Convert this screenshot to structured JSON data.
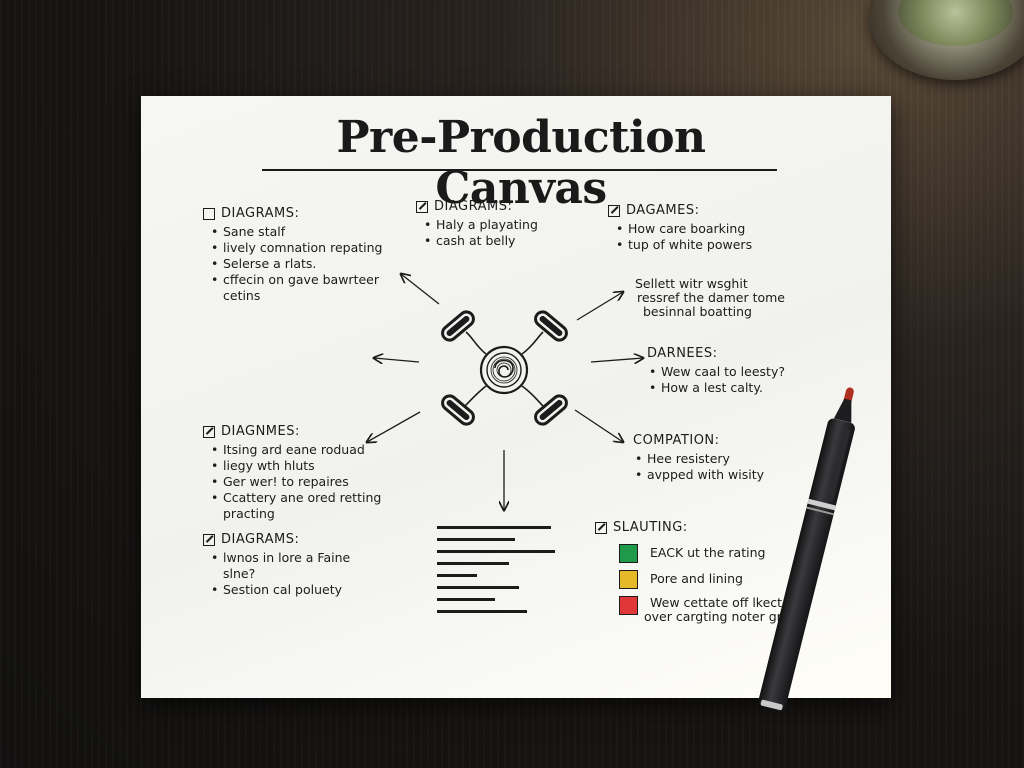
{
  "canvas": {
    "title": "Pre-Production Canvas"
  },
  "blocks": {
    "top_left": {
      "heading": "DIAGRAMS:",
      "items": [
        "Sane stalf",
        "lively comnation repating",
        "Selerse a rlats.",
        "cffecin on gave bawrteer"
      ],
      "continuation": "cetins"
    },
    "top_center": {
      "heading": "DIAGRAMS:",
      "items": [
        "Haly a playating",
        "cash at belly"
      ]
    },
    "top_right": {
      "heading": "DAGAMES:",
      "items": [
        "How care boarking",
        "tup of white powers"
      ]
    },
    "right_note": {
      "lines": [
        "Sellett witr wsghit",
        "ressref the damer tome",
        "besinnal boatting"
      ]
    },
    "right_mid": {
      "heading": "DARNEES:",
      "items": [
        "Wew caal to leesty?",
        "How a lest calty."
      ]
    },
    "right_lower": {
      "heading": "COMPATION:",
      "items": [
        "Hee resistery",
        "avpped with wisity"
      ]
    },
    "mid_left": {
      "heading": "DIAGNMES:",
      "items": [
        "Itsing ard eane roduad",
        "liegy wth hluts",
        "Ger wer! to repaires",
        "Ccattery ane ored retting"
      ],
      "continuation": "practing"
    },
    "bottom_left": {
      "heading": "DIAGRAMS:",
      "items": [
        "lwnos in lore a Faine",
        "Sestion cal poluety"
      ],
      "continuation_after_first": "slne?"
    },
    "status": {
      "heading": "SLAUTING:",
      "rows": [
        {
          "color": "#1f9a4a",
          "label": "EACK ut the rating"
        },
        {
          "color": "#e6b92a",
          "label": "Pore and lining"
        },
        {
          "color": "#e0383a",
          "label": "Wew cettate off lkect",
          "label2": "over cargting noter gring"
        }
      ]
    }
  },
  "colors": {
    "paper": "#f4f4f1",
    "ink": "#1c1c1c",
    "desk": "#161412",
    "pen_tip": "#b03020"
  },
  "icons": [
    "hub-gear-icon",
    "arrow-icon",
    "pen-icon",
    "cup-icon"
  ]
}
